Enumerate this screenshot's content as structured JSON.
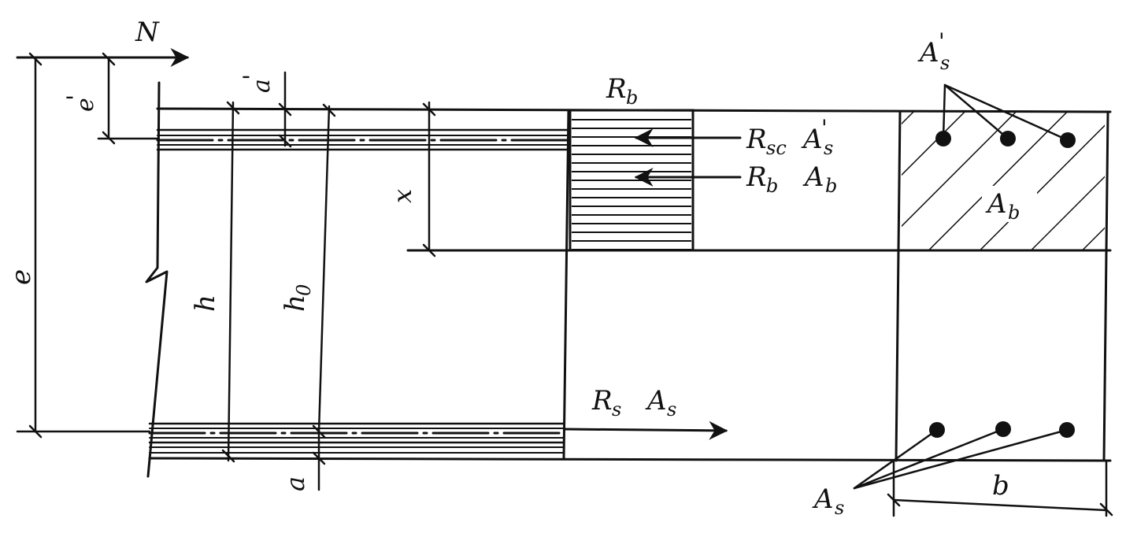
{
  "diagram": {
    "labels": {
      "N": "N",
      "e": "e",
      "e_prime": "e",
      "a_prime": "a",
      "prime_mark": "'",
      "x": "x",
      "h": "h",
      "h0_main": "h",
      "h0_sub": "0",
      "a": "a",
      "Rb_top_main": "R",
      "Rb_top_sub": "b",
      "Rsc_As_main1": "R",
      "Rsc_As_sub1": "sc",
      "Rsc_As_main2": "A",
      "Rsc_As_sub2": "s",
      "RbAb_main1": "R",
      "RbAb_sub1": "b",
      "RbAb_main2": "A",
      "RbAb_sub2": "b",
      "RsAs_main1": "R",
      "RsAs_sub1": "s",
      "RsAs_main2": "A",
      "RsAs_sub2": "s",
      "As_prime_main": "A",
      "As_prime_sub": "s",
      "Ab_main": "A",
      "Ab_sub": "b",
      "As_main": "A",
      "As_sub": "s",
      "b": "b"
    }
  }
}
